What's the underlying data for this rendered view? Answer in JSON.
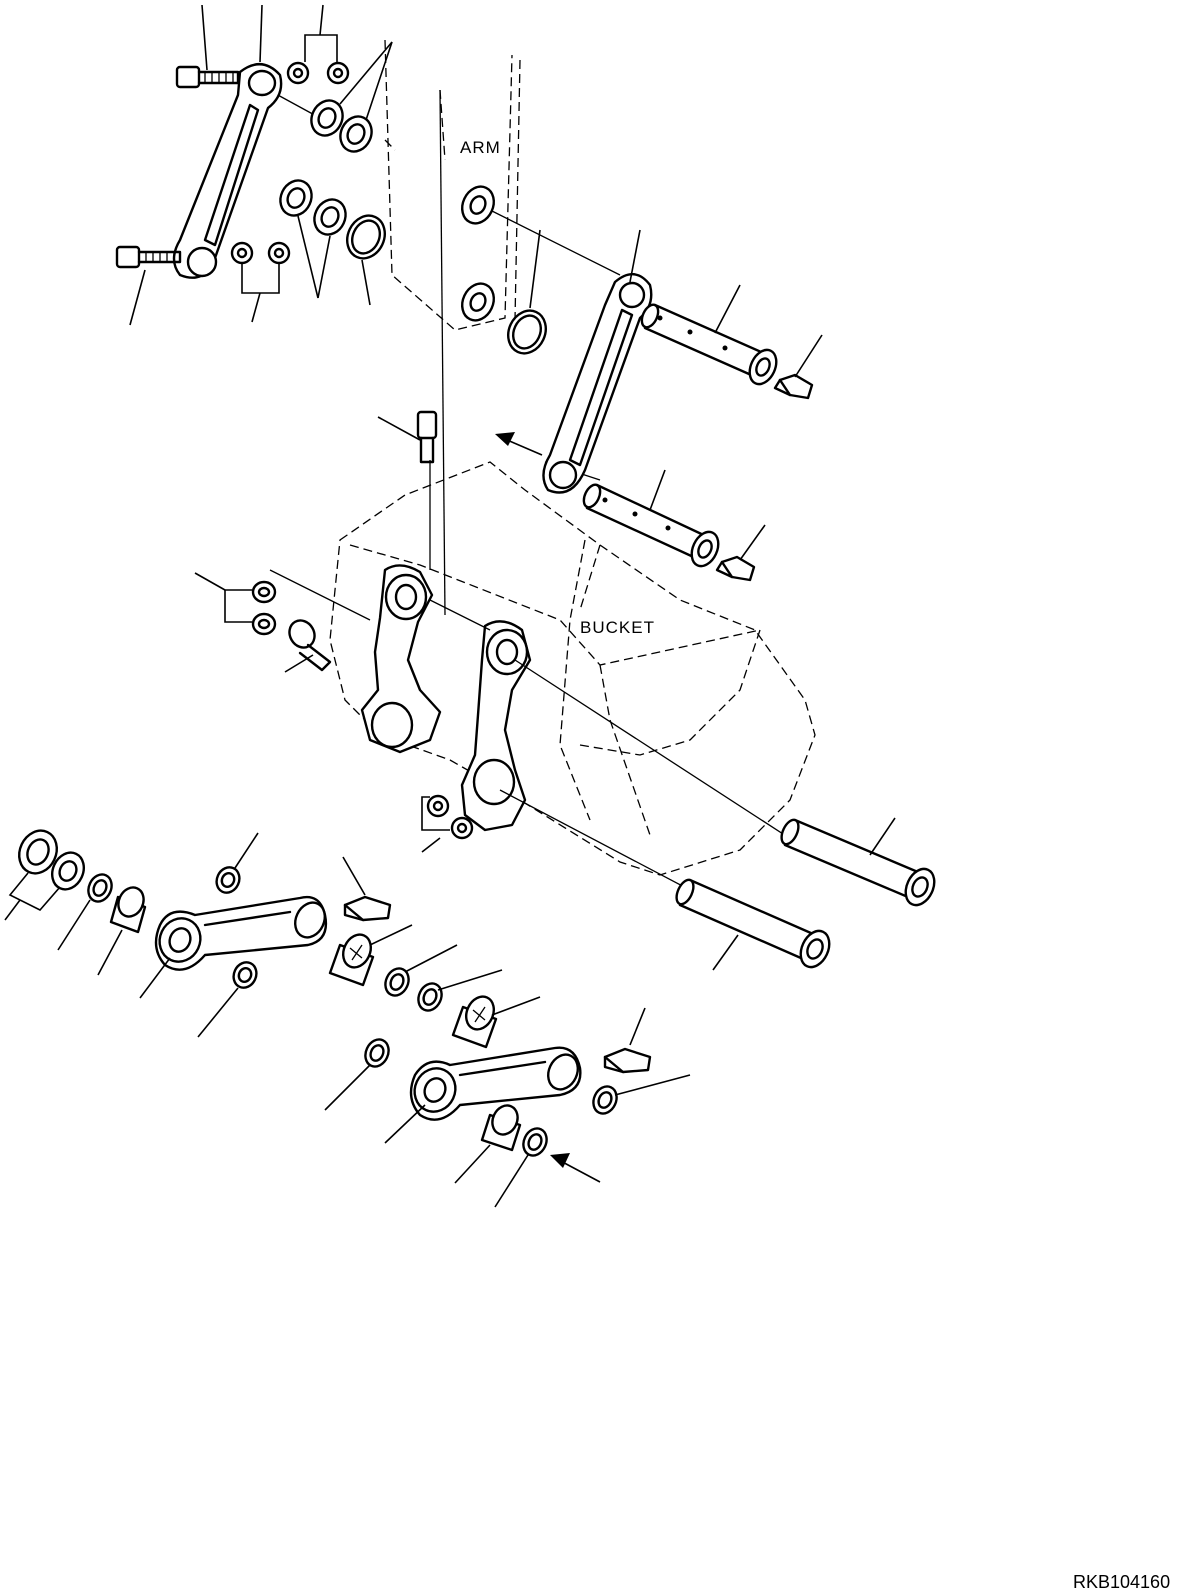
{
  "labels": {
    "arm": "ARM",
    "bucket": "BUCKET"
  },
  "drawing_code": "RKB104160",
  "colors": {
    "line": "#000000",
    "background": "#ffffff"
  }
}
